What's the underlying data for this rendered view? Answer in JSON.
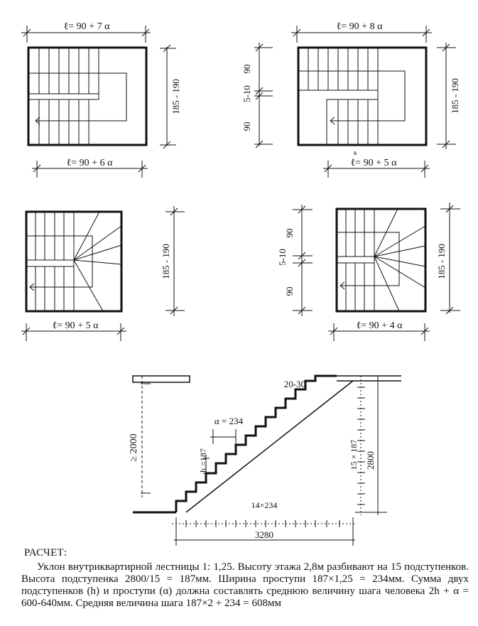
{
  "plans": [
    {
      "top_label": "ℓ= 90 + 7 α",
      "bottom_label": "ℓ= 90 + 6 α",
      "side_label": "185 - 190"
    },
    {
      "top_label": "ℓ= 90 + 8 α",
      "bottom_label": "ℓ= 90 + 5 α",
      "side_label": "185 - 190",
      "left_labels": [
        "90",
        "5-10",
        "90"
      ],
      "mark": "в"
    },
    {
      "bottom_label": "ℓ= 90 + 5 α",
      "side_label": "185 - 190"
    },
    {
      "bottom_label": "ℓ= 90 + 4 α",
      "side_label": "185 - 190",
      "left_labels": [
        "90",
        "5-10",
        "90"
      ]
    }
  ],
  "section": {
    "clearance_label": "≥ 2000",
    "nosing_label": "20-30",
    "tread_label": "α = 234",
    "riser_label": "h =187",
    "run_label": "14×234",
    "total_run_label": "3280",
    "riser_count_label": "15 × 187",
    "height_label": "2800"
  },
  "calculation": {
    "heading": "РАСЧЕТ:",
    "text": "Уклон внутриквартирной лестницы 1: 1,25. Высоту этажа 2,8м разбивают на 15 подступенков. Высота подступенка 2800/15 = 187мм. Ширина проступи 187×1,25 = 234мм. Сумма двух подступенков (h) и проступи (α) должна составлять среднюю величину шага человека 2h + α = 600-640мм. Средняя величина шага 187×2 + 234 = 608мм"
  }
}
